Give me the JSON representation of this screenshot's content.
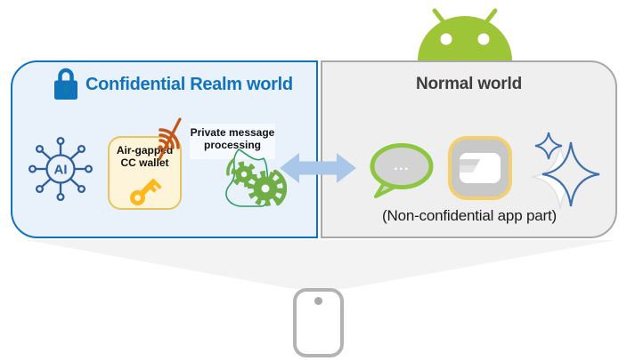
{
  "confidential_world": {
    "title": "Confidential Realm world",
    "ai_chip_label": "AI",
    "wallet_label": "Air-gapped CC wallet",
    "processing_label": "Private message processing",
    "icons": [
      "lock-icon",
      "ai-chip-icon",
      "no-wifi-icon",
      "key-icon",
      "gears-processing-icon"
    ]
  },
  "normal_world": {
    "title": "Normal world",
    "caption": "(Non-confidential app part)",
    "bubble_text": "...",
    "icons": [
      "chat-bubble-icon",
      "wallet-app-icon",
      "ai-sparkle-icon"
    ]
  },
  "connector": {
    "icon": "double-arrow-icon"
  },
  "platform": {
    "icon": "android-robot-icon"
  },
  "device": {
    "icon": "smartphone-icon"
  },
  "colors": {
    "confidential_blue": "#1173bc",
    "confidential_fill": "#e9f1fa",
    "normal_fill": "#efefef",
    "normal_border": "#a8a8a8",
    "android_green": "#9ec437",
    "arrow_blue": "#a9c7e8",
    "wallet_box_fill": "#fdf4d9",
    "wallet_box_border": "#e7c45f",
    "key_gold": "#ffb81c",
    "no_wifi_orange": "#c4561c",
    "gear_green": "#70ad47",
    "bubble_green": "#8dc63f",
    "sparkle_blue": "#3f6fad",
    "phone_gray": "#b3b3b3"
  }
}
